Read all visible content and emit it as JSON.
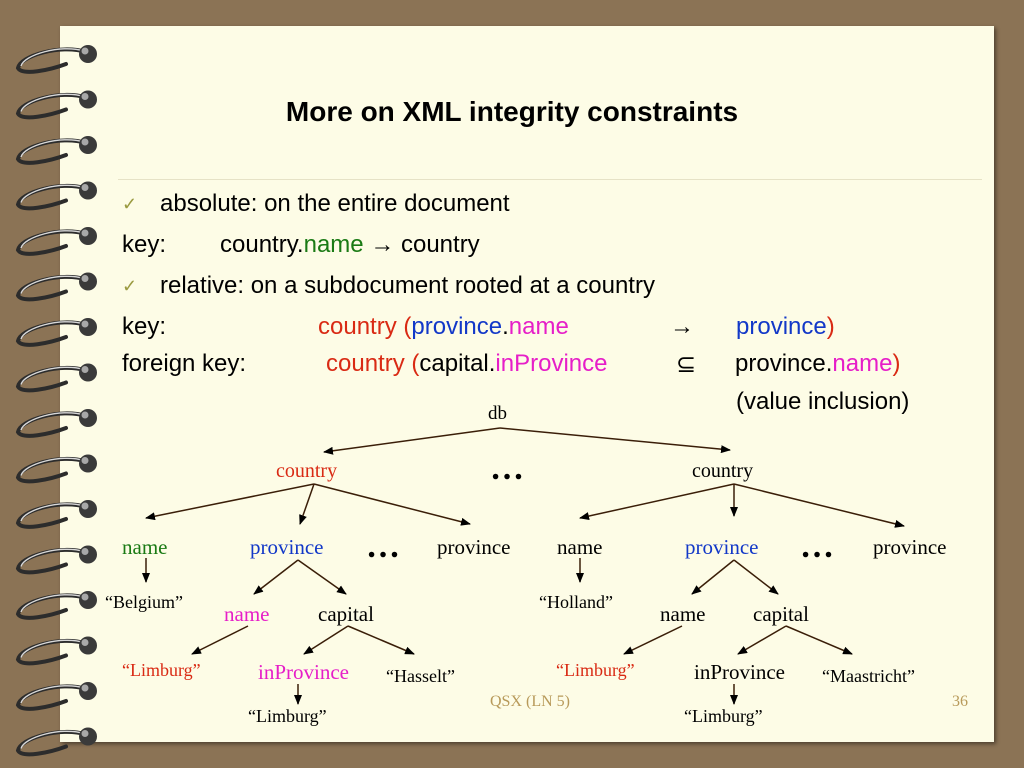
{
  "slide": {
    "title": "More on XML integrity constraints",
    "footer": "QSX  (LN 5)",
    "page_number": "36"
  },
  "bullets": {
    "b1": "absolute: on the entire document",
    "key1": {
      "label": "key:",
      "t1": "country.",
      "t2": "name",
      "arrow": "→",
      "t3": " country"
    },
    "b2": "relative: on a subdocument rooted at a country",
    "key2": {
      "label": "key:",
      "t1": "country (",
      "t2": "province",
      "t3": ".",
      "t4": "name",
      "arrow": "→",
      "t5": "province",
      "t6": ")"
    },
    "fk": {
      "label": "foreign key:",
      "t1": "country (",
      "t2": "capital",
      "t3": ".",
      "t4": "inProvince",
      "sym": "⊆",
      "t5": "province.",
      "t6": "name",
      "t7": ")"
    },
    "note": "(value inclusion)"
  },
  "tree": {
    "root": "db",
    "country1": "country",
    "country2": "country",
    "ellipsis": "…",
    "c1": {
      "name": "name",
      "province": "province",
      "province2": "province",
      "value": "“Belgium”",
      "p_name": "name",
      "p_capital": "capital",
      "p_name_value": "“Limburg”",
      "cap_inprovince": "inProvince",
      "cap_name_value": "“Hasselt”",
      "inprovince_value": "“Limburg”"
    },
    "c2": {
      "name": "name",
      "province": "province",
      "province2": "province",
      "value": "“Holland”",
      "p_name": "name",
      "p_capital": "capital",
      "p_name_value": "“Limburg”",
      "cap_inprovince": "inProvince",
      "cap_name_value": "“Maastricht”",
      "inprovince_value": "“Limburg”"
    }
  },
  "colors": {
    "background": "#8b7355",
    "paper": "#fdfce6",
    "red": "#d92a14",
    "blue": "#1238c8",
    "magenta": "#e61ec8",
    "green": "#1a7a14",
    "footer": "#b89a5a",
    "checkmark": "#9a9a40"
  },
  "icons": {
    "bullet": "checkmark-icon",
    "binding": "spiral-binding"
  }
}
